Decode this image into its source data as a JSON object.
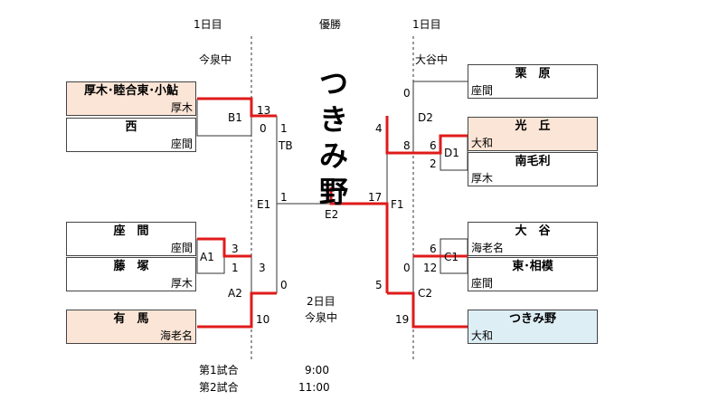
{
  "headers": {
    "day1_left": "1日目",
    "champion_label": "優勝",
    "day1_right": "1日目",
    "venue_left": "今泉中",
    "venue_right": "大谷中",
    "day2": "2日目",
    "venue_day2": "今泉中"
  },
  "champion_name": "つきみ野",
  "teams_left": [
    {
      "name": "厚木･睦合東･小鮎",
      "location": "厚木",
      "highlight": "peach"
    },
    {
      "name": "西",
      "location": "座間",
      "highlight": "none"
    },
    {
      "name": "座　間",
      "location": "座間",
      "highlight": "none"
    },
    {
      "name": "藤　塚",
      "location": "厚木",
      "highlight": "none"
    },
    {
      "name": "有　馬",
      "location": "海老名",
      "highlight": "peach"
    }
  ],
  "teams_right": [
    {
      "name": "栗　原",
      "location": "座間",
      "highlight": "none"
    },
    {
      "name": "光　丘",
      "location": "大和",
      "highlight": "peach"
    },
    {
      "name": "南毛利",
      "location": "厚木",
      "highlight": "none"
    },
    {
      "name": "大　谷",
      "location": "海老名",
      "highlight": "none"
    },
    {
      "name": "東･相模",
      "location": "座間",
      "highlight": "none"
    },
    {
      "name": "つきみ野",
      "location": "大和",
      "highlight": "blue"
    }
  ],
  "match_labels": {
    "B1": "B1",
    "A1": "A1",
    "A2": "A2",
    "E1": "E1",
    "E2": "E2",
    "D2": "D2",
    "D1": "D1",
    "C1": "C1",
    "C2": "C2",
    "F1": "F1",
    "TB": "TB"
  },
  "scores": {
    "b1_top": "13",
    "b1_bottom": "0",
    "a1_top": "3",
    "a1_bottom": "1",
    "a2_top": "3",
    "a2_bottom": "10",
    "e1_top": "1",
    "e1_bottom": "0",
    "e2_left": "1",
    "e2_right": "17",
    "d1_top": "6",
    "d1_bottom": "2",
    "d2_top": "0",
    "d2_bottom": "8",
    "f1_top": "4",
    "f1_bottom": "5",
    "c1_top": "6",
    "c1_bottom": "12",
    "c2_top": "0",
    "c2_bottom": "19"
  },
  "schedule": [
    {
      "label": "第1試合",
      "time": "9:00"
    },
    {
      "label": "第2試合",
      "time": "11:00"
    }
  ],
  "colors": {
    "winner_line": "#e01a1a",
    "line": "#333333",
    "peach": "#fbe5d6",
    "blue": "#ddeef5"
  }
}
